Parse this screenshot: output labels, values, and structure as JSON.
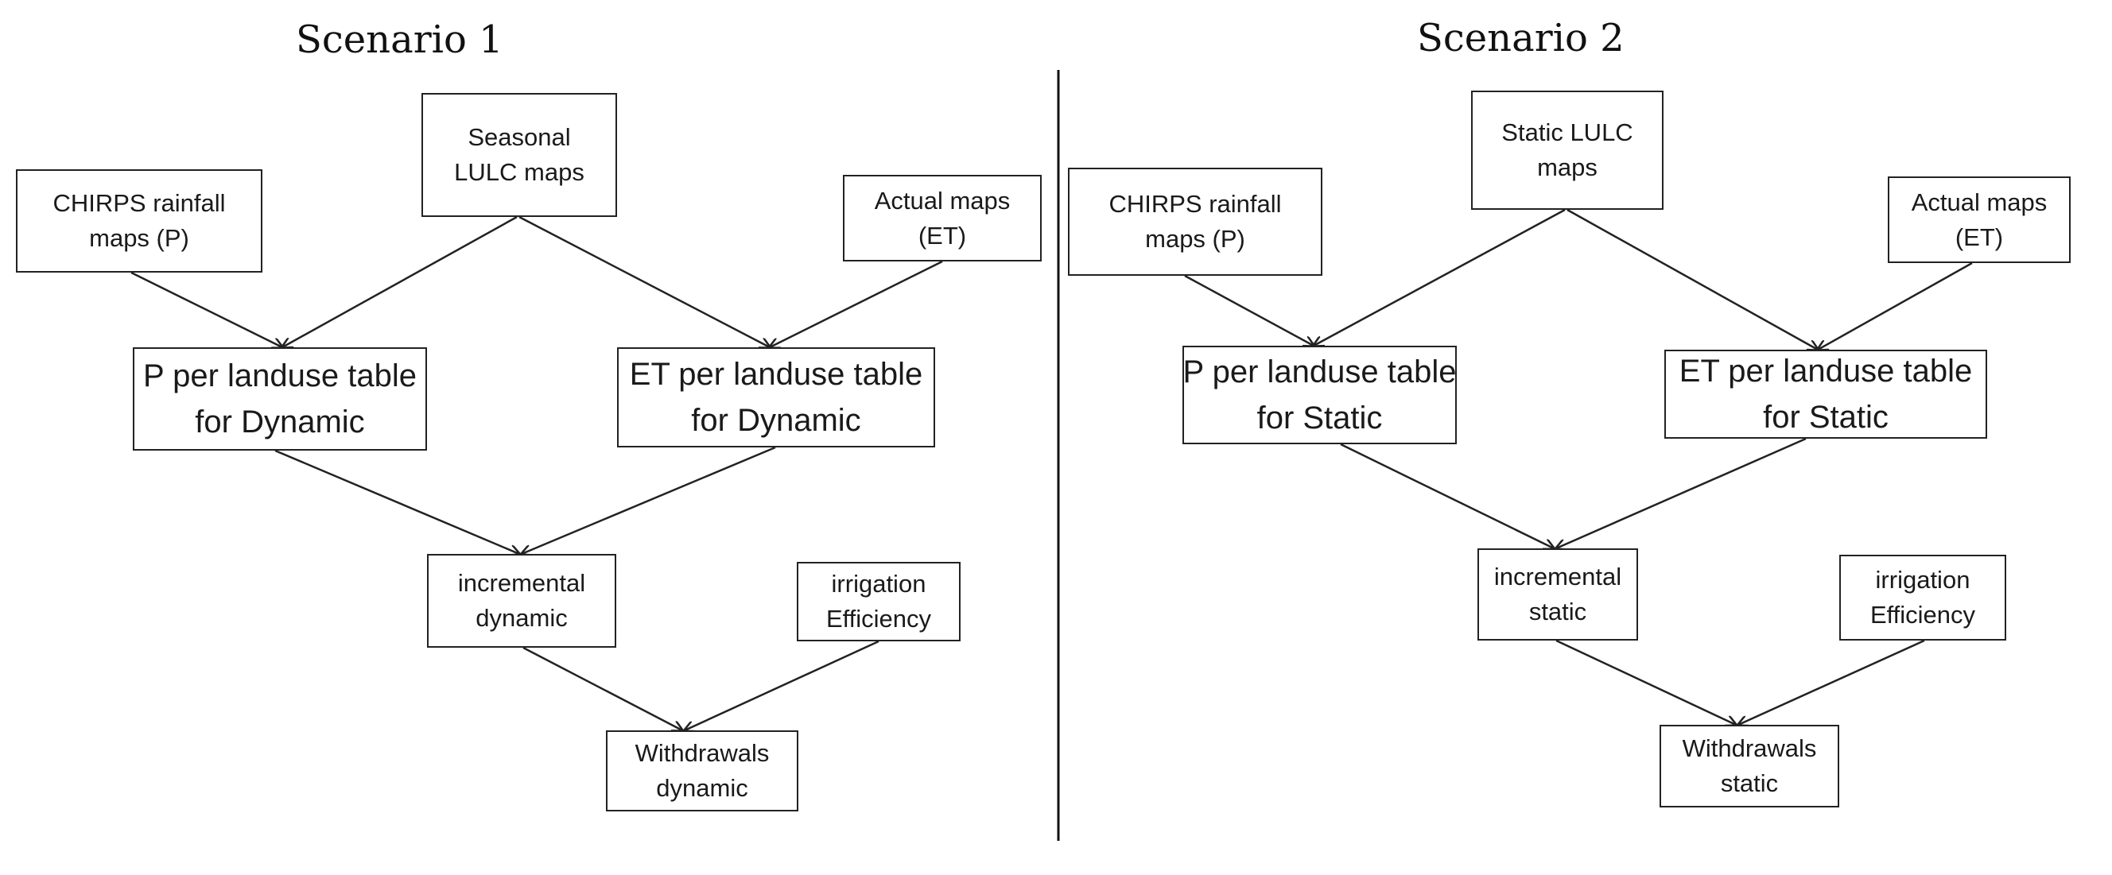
{
  "scenario1": {
    "title": "Scenario 1",
    "chirps": [
      "CHIRPS rainfall",
      "maps (P)"
    ],
    "lulc": [
      "Seasonal",
      "LULC maps"
    ],
    "actual": [
      "Actual maps",
      "(ET)"
    ],
    "p_table": [
      "P per landuse table",
      "for Dynamic"
    ],
    "et_table": [
      "ET per landuse table",
      "for Dynamic"
    ],
    "incremental": [
      "incremental",
      "dynamic"
    ],
    "irrigation": [
      "irrigation",
      "Efficiency"
    ],
    "withdrawals": [
      "Withdrawals",
      "dynamic"
    ]
  },
  "scenario2": {
    "title": "Scenario 2",
    "chirps": [
      "CHIRPS rainfall",
      "maps (P)"
    ],
    "lulc": [
      "Static LULC",
      "maps"
    ],
    "actual": [
      "Actual maps",
      "(ET)"
    ],
    "p_table": [
      "P per landuse table",
      "for Static"
    ],
    "et_table": [
      "ET per landuse table",
      "for Static"
    ],
    "incremental": [
      "incremental",
      "static"
    ],
    "irrigation": [
      "irrigation",
      "Efficiency"
    ],
    "withdrawals": [
      "Withdrawals",
      "static"
    ]
  }
}
